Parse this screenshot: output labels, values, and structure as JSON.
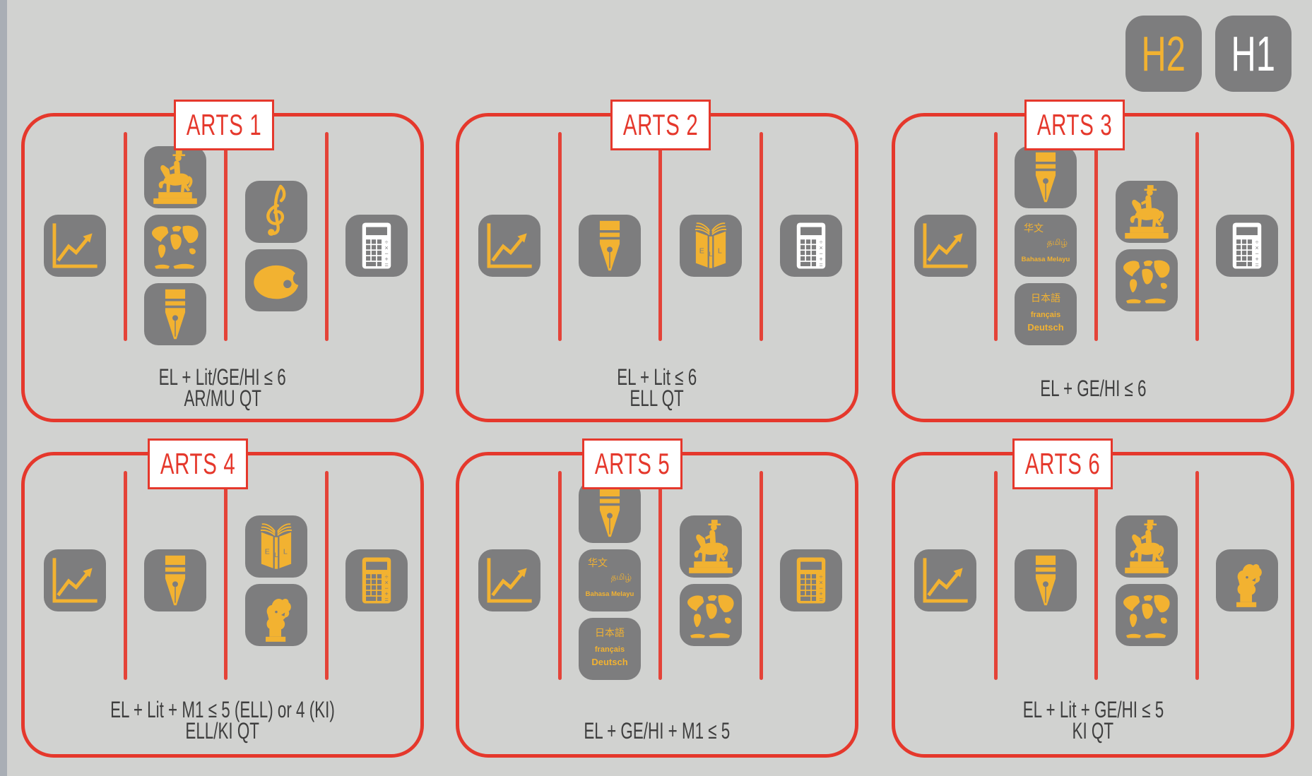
{
  "colors": {
    "background": "#d1d2d0",
    "edge_strip": "#a9aeb5",
    "tile_gray": "#7d7d7e",
    "accent_yellow": "#f2b231",
    "accent_red": "#e5382c",
    "icon_white": "#ffffff",
    "caption_text": "#3f3f3f"
  },
  "legend": {
    "h2_label": "H2",
    "h1_label": "H1"
  },
  "icons": {
    "names": {
      "economics": "line-chart",
      "history": "equestrian-statue",
      "geography": "world-map",
      "literature": "pen-nib",
      "music": "treble-clef",
      "art": "palette",
      "math": "calculator",
      "ell": "open-book-ell",
      "ki": "thinker-statue"
    },
    "calculator_symbols": [
      "÷",
      "×",
      "−",
      "+",
      "="
    ],
    "ell_letters": [
      "E",
      "L",
      "L"
    ]
  },
  "languages": {
    "mtl": {
      "chinese": "华文",
      "tamil": "தமிழ்",
      "malay": "Bahasa Melayu"
    },
    "foreign": {
      "japanese": "日本語",
      "french": "français",
      "german": "Deutsch"
    }
  },
  "boxes": [
    {
      "title": "ARTS 1",
      "caption_line1": "EL + Lit/GE/HI ≤ 6",
      "caption_line2": "AR/MU QT"
    },
    {
      "title": "ARTS 2",
      "caption_line1": "EL + Lit ≤ 6",
      "caption_line2": "ELL QT"
    },
    {
      "title": "ARTS 3",
      "caption_line1": "EL + GE/HI ≤ 6",
      "caption_line2": ""
    },
    {
      "title": "ARTS 4",
      "caption_line1": "EL + Lit + M1 ≤ 5 (ELL) or 4 (KI)",
      "caption_line2": "ELL/KI QT"
    },
    {
      "title": "ARTS 5",
      "caption_line1": "EL + GE/HI + M1 ≤ 5",
      "caption_line2": ""
    },
    {
      "title": "ARTS 6",
      "caption_line1": "EL + Lit + GE/HI ≤ 5",
      "caption_line2": "KI QT"
    }
  ]
}
